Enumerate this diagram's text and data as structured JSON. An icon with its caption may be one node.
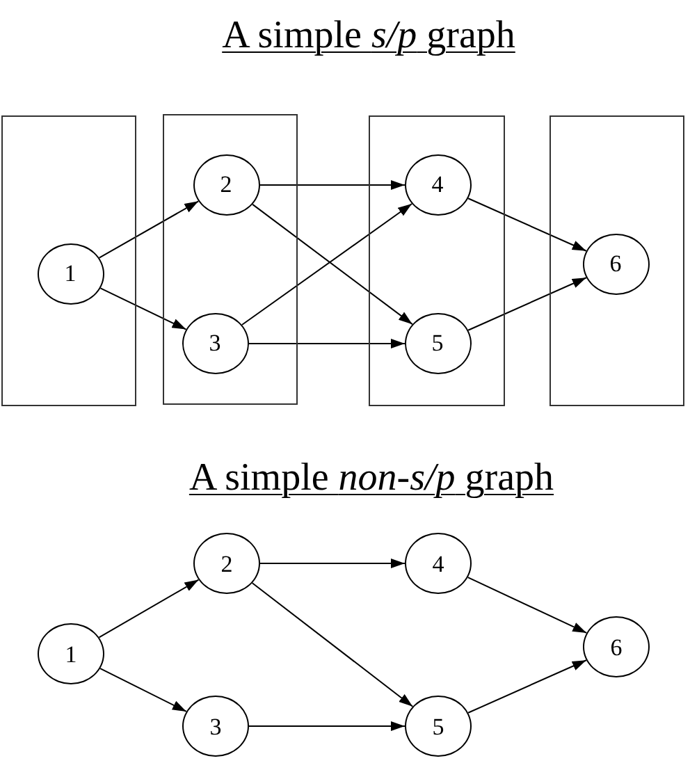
{
  "diagram": {
    "nodes": [
      {
        "text": [],
        "shape": "box"
      },
      {
        "text": [
          "1"
        ],
        "in": 0
      },
      {
        "text": [],
        "shape": "box"
      },
      {
        "text": [
          "2"
        ],
        "in": 2
      },
      {
        "text": [
          "3"
        ],
        "in": 2
      },
      {
        "text": [],
        "shape": "box"
      },
      {
        "text": [
          "4"
        ],
        "in": 5
      },
      {
        "text": [
          "5"
        ],
        "in": 5
      },
      {
        "text": [],
        "shape": "box"
      },
      {
        "text": [
          "6"
        ],
        "in": 8
      },
      {
        "text": [
          "1"
        ]
      },
      {
        "text": [
          "2"
        ]
      },
      {
        "text": [
          "3"
        ]
      },
      {
        "text": [
          "4"
        ]
      },
      {
        "text": [
          "5"
        ]
      },
      {
        "text": [
          "6"
        ]
      }
    ],
    "edges": [
      {
        "from": 1,
        "to": 3,
        "arrow": "to"
      },
      {
        "from": 1,
        "to": 4,
        "arrow": "to"
      },
      {
        "from": 3,
        "to": 6,
        "arrow": "to"
      },
      {
        "from": 3,
        "to": 7,
        "arrow": "to"
      },
      {
        "from": 4,
        "to": 6,
        "arrow": "to"
      },
      {
        "from": 4,
        "to": 7,
        "arrow": "to"
      },
      {
        "from": 6,
        "to": 9,
        "arrow": "to"
      },
      {
        "from": 7,
        "to": 9,
        "arrow": "to"
      },
      {
        "from": 10,
        "to": 11,
        "arrow": "to"
      },
      {
        "from": 10,
        "to": 12,
        "arrow": "to"
      },
      {
        "from": 11,
        "to": 13,
        "arrow": "to"
      },
      {
        "from": 11,
        "to": 14,
        "arrow": "to"
      },
      {
        "from": 12,
        "to": 14,
        "arrow": "to"
      },
      {
        "from": 13,
        "to": 15,
        "arrow": "to"
      },
      {
        "from": 14,
        "to": 15,
        "arrow": "to"
      }
    ],
    "labels": [
      "A simple *s/p* graph",
      "A simple *non-s/p* graph"
    ]
  }
}
